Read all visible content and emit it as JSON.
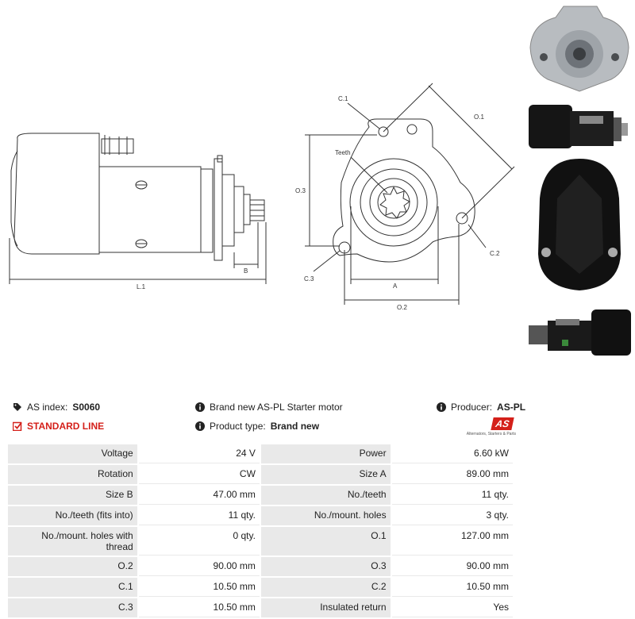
{
  "drawing": {
    "labels": {
      "l1": "L.1",
      "b": "B",
      "c1": "C.1",
      "o1": "O.1",
      "teeth": "Teeth",
      "o3": "O.3",
      "c2": "C.2",
      "c3": "C.3",
      "a": "A",
      "o2": "O.2"
    }
  },
  "info": {
    "as_index_label": "AS index:",
    "as_index_value": "S0060",
    "description": "Brand new AS-PL Starter motor",
    "producer_label": "Producer:",
    "producer_value": "AS-PL",
    "standard_line": "STANDARD LINE",
    "product_type_label": "Product type:",
    "product_type_value": "Brand new",
    "logo_text": "AS",
    "logo_subtext": "Alternators, Starters & Parts"
  },
  "specs": [
    [
      "Voltage",
      "24 V",
      "Power",
      "6.60 kW"
    ],
    [
      "Rotation",
      "CW",
      "Size A",
      "89.00 mm"
    ],
    [
      "Size B",
      "47.00 mm",
      "No./teeth",
      "11 qty."
    ],
    [
      "No./teeth (fits into)",
      "11 qty.",
      "No./mount. holes",
      "3 qty."
    ],
    [
      "No./mount. holes with thread",
      "0 qty.",
      "O.1",
      "127.00 mm"
    ],
    [
      "O.2",
      "90.00 mm",
      "O.3",
      "90.00 mm"
    ],
    [
      "C.1",
      "10.50 mm",
      "C.2",
      "10.50 mm"
    ],
    [
      "C.3",
      "10.50 mm",
      "Insulated return",
      "Yes"
    ]
  ],
  "colors": {
    "accent": "#d4201a",
    "label_bg": "#e9e9e9"
  }
}
